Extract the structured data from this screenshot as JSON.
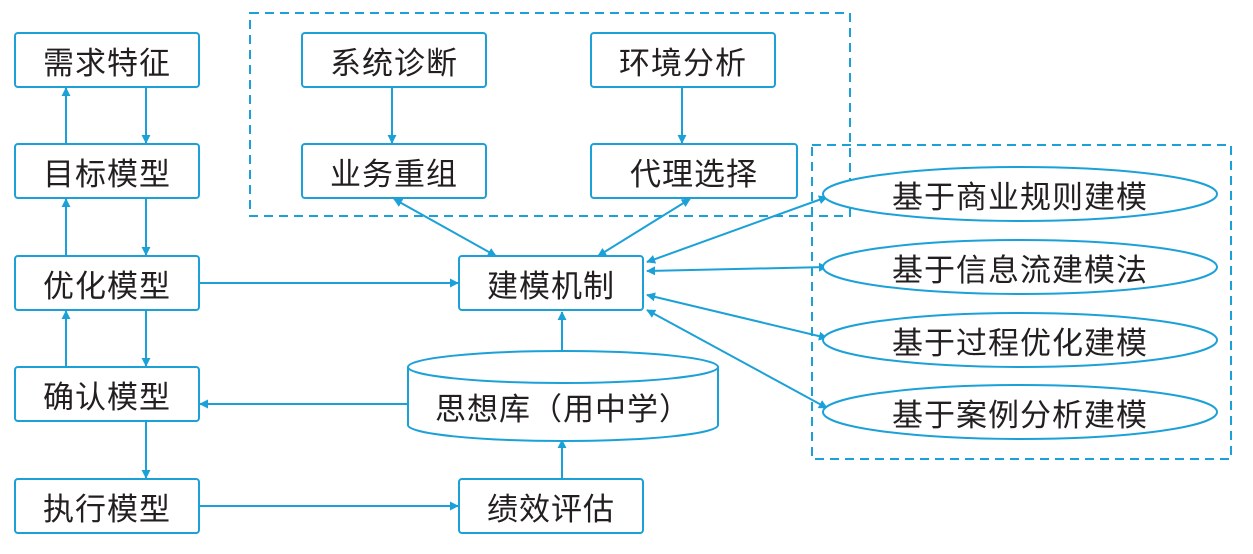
{
  "colors": {
    "stroke": "#1ba1d8",
    "text": "#231f20"
  },
  "left_chain": {
    "demand": "需求特征",
    "goal": "目标模型",
    "optimize": "优化模型",
    "confirm": "确认模型",
    "execute": "执行模型"
  },
  "top_group": {
    "diagnosis": "系统诊断",
    "environment": "环境分析",
    "reorg": "业务重组",
    "agent": "代理选择"
  },
  "center": {
    "mechanism": "建模机制",
    "idea_base": "思想库（用中学）",
    "evaluation": "绩效评估"
  },
  "right_group": {
    "items": [
      "基于商业规则建模",
      "基于信息流建模法",
      "基于过程优化建模",
      "基于案例分析建模"
    ]
  }
}
